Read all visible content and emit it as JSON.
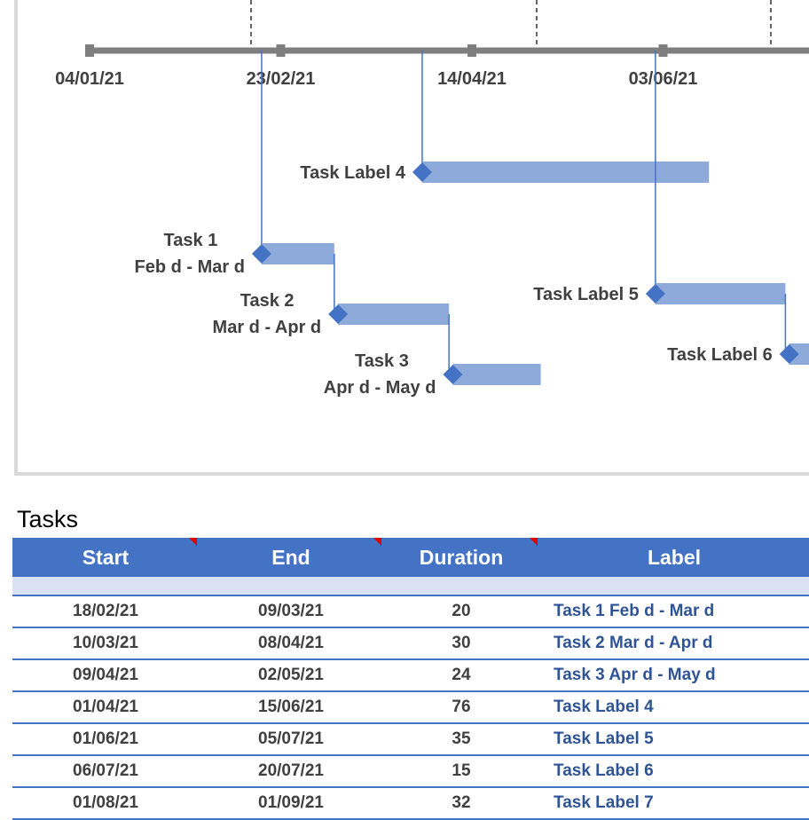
{
  "chart_data": {
    "type": "gantt",
    "axis_ticks": [
      "04/01/21",
      "23/02/21",
      "14/04/21",
      "03/06/21"
    ],
    "tasks": [
      {
        "label_line1": "Task 1",
        "label_line2": "Feb d - Mar d",
        "start": "18/02/21",
        "end": "09/03/21"
      },
      {
        "label_line1": "Task 2",
        "label_line2": "Mar d - Apr d",
        "start": "10/03/21",
        "end": "08/04/21"
      },
      {
        "label_line1": "Task 3",
        "label_line2": "Apr d - May d",
        "start": "09/04/21",
        "end": "02/05/21"
      },
      {
        "label_line1": "Task Label 4",
        "label_line2": "",
        "start": "01/04/21",
        "end": "15/06/21"
      },
      {
        "label_line1": "Task Label 5",
        "label_line2": "",
        "start": "01/06/21",
        "end": "05/07/21"
      },
      {
        "label_line1": "Task Label 6",
        "label_line2": "",
        "start": "06/07/21",
        "end": "20/07/21"
      },
      {
        "label_line1": "Task L",
        "label_line2": "",
        "start": "01/08/21",
        "end": "01/09/21"
      }
    ],
    "colors": {
      "bar": "#8eaadb",
      "marker": "#4472c4",
      "axis": "#7f7f7f",
      "label": "#404040"
    }
  },
  "tasks_section": {
    "title": "Tasks",
    "headers": {
      "start": "Start",
      "end": "End",
      "duration": "Duration",
      "label": "Label"
    },
    "rows": [
      {
        "start": "18/02/21",
        "end": "09/03/21",
        "duration": "20",
        "label": "Task 1 Feb d - Mar d"
      },
      {
        "start": "10/03/21",
        "end": "08/04/21",
        "duration": "30",
        "label": "Task 2 Mar d - Apr d"
      },
      {
        "start": "09/04/21",
        "end": "02/05/21",
        "duration": "24",
        "label": "Task 3 Apr d - May d"
      },
      {
        "start": "01/04/21",
        "end": "15/06/21",
        "duration": "76",
        "label": "Task Label 4"
      },
      {
        "start": "01/06/21",
        "end": "05/07/21",
        "duration": "35",
        "label": "Task Label 5"
      },
      {
        "start": "06/07/21",
        "end": "20/07/21",
        "duration": "15",
        "label": "Task Label 6"
      },
      {
        "start": "01/08/21",
        "end": "01/09/21",
        "duration": "32",
        "label": "Task Label 7"
      }
    ]
  }
}
